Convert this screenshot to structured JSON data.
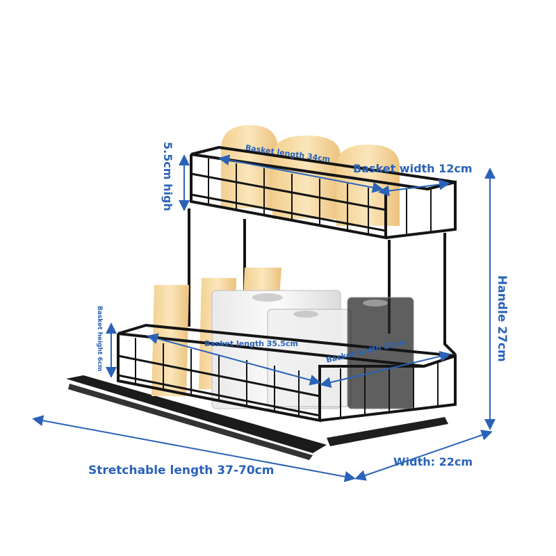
{
  "labels": {
    "top_basket_length": "Basket length 34cm",
    "top_basket_width": "Basket width 12cm",
    "top_height": "5.5cm high",
    "bottom_basket_height": "Basket height 6cm",
    "bottom_basket_length": "Basket length 35.5cm",
    "bottom_basket_width": "Basket width 22cm",
    "handle": "Handle 27cm",
    "stretchable_length": "Stretchable length 37-70cm",
    "width": "Width: 22cm"
  },
  "colors": {
    "dimension_blue": "#2a62b8",
    "rack_black": "#141414",
    "cup_yellow": "#f6dca6",
    "container_white": "#f4f4f4"
  }
}
